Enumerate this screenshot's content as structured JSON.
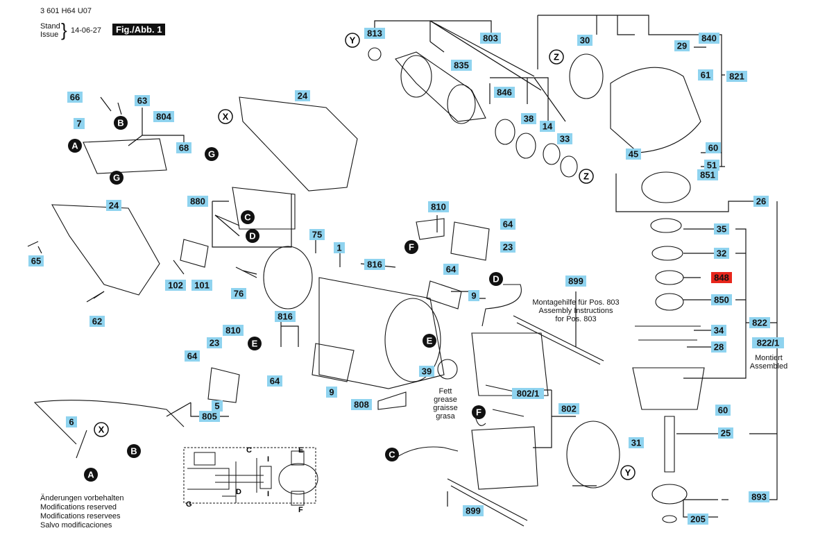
{
  "header": {
    "doc_number": "3 601 H64 U07",
    "stand_issue_label_1": "Stand",
    "stand_issue_label_2": "Issue",
    "date": "14-06-27",
    "figure_label": "Fig./Abb. 1"
  },
  "colors": {
    "label_bg": "#8fd3ef",
    "label_highlight": "#e8261c",
    "line": "#111111"
  },
  "part_labels": [
    {
      "id": "813",
      "text": "813"
    },
    {
      "id": "803",
      "text": "803"
    },
    {
      "id": "30",
      "text": "30"
    },
    {
      "id": "840",
      "text": "840"
    },
    {
      "id": "29",
      "text": "29"
    },
    {
      "id": "835",
      "text": "835"
    },
    {
      "id": "821",
      "text": "821"
    },
    {
      "id": "61",
      "text": "61"
    },
    {
      "id": "846",
      "text": "846"
    },
    {
      "id": "24a",
      "text": "24"
    },
    {
      "id": "38",
      "text": "38"
    },
    {
      "id": "14",
      "text": "14"
    },
    {
      "id": "66",
      "text": "66"
    },
    {
      "id": "63",
      "text": "63"
    },
    {
      "id": "804",
      "text": "804"
    },
    {
      "id": "7",
      "text": "7"
    },
    {
      "id": "33",
      "text": "33"
    },
    {
      "id": "60a",
      "text": "60"
    },
    {
      "id": "45",
      "text": "45"
    },
    {
      "id": "51",
      "text": "51"
    },
    {
      "id": "851",
      "text": "851"
    },
    {
      "id": "68",
      "text": "68"
    },
    {
      "id": "880",
      "text": "880"
    },
    {
      "id": "26",
      "text": "26"
    },
    {
      "id": "24b",
      "text": "24"
    },
    {
      "id": "810a",
      "text": "810"
    },
    {
      "id": "64a",
      "text": "64"
    },
    {
      "id": "35",
      "text": "35"
    },
    {
      "id": "75",
      "text": "75"
    },
    {
      "id": "1",
      "text": "1"
    },
    {
      "id": "23a",
      "text": "23"
    },
    {
      "id": "32",
      "text": "32"
    },
    {
      "id": "65",
      "text": "65"
    },
    {
      "id": "816a",
      "text": "816"
    },
    {
      "id": "64b",
      "text": "64"
    },
    {
      "id": "848",
      "text": "848"
    },
    {
      "id": "102",
      "text": "102"
    },
    {
      "id": "101",
      "text": "101"
    },
    {
      "id": "76",
      "text": "76"
    },
    {
      "id": "899a",
      "text": "899"
    },
    {
      "id": "9a",
      "text": "9"
    },
    {
      "id": "850",
      "text": "850"
    },
    {
      "id": "62",
      "text": "62"
    },
    {
      "id": "816b",
      "text": "816"
    },
    {
      "id": "810b",
      "text": "810"
    },
    {
      "id": "822",
      "text": "822"
    },
    {
      "id": "34",
      "text": "34"
    },
    {
      "id": "23b",
      "text": "23"
    },
    {
      "id": "28",
      "text": "28"
    },
    {
      "id": "822_1",
      "text": "822/1"
    },
    {
      "id": "64c",
      "text": "64"
    },
    {
      "id": "64d",
      "text": "64"
    },
    {
      "id": "39",
      "text": "39"
    },
    {
      "id": "802_1",
      "text": "802/1"
    },
    {
      "id": "9b",
      "text": "9"
    },
    {
      "id": "802",
      "text": "802"
    },
    {
      "id": "808",
      "text": "808"
    },
    {
      "id": "60b",
      "text": "60"
    },
    {
      "id": "5",
      "text": "5"
    },
    {
      "id": "805",
      "text": "805"
    },
    {
      "id": "6",
      "text": "6"
    },
    {
      "id": "25",
      "text": "25"
    },
    {
      "id": "31",
      "text": "31"
    },
    {
      "id": "899b",
      "text": "899"
    },
    {
      "id": "893",
      "text": "893"
    },
    {
      "id": "205",
      "text": "205"
    }
  ],
  "circle_markers": [
    {
      "id": "Y1",
      "text": "Y"
    },
    {
      "id": "Z1",
      "text": "Z"
    },
    {
      "id": "X1",
      "text": "X"
    },
    {
      "id": "Z2",
      "text": "Z"
    },
    {
      "id": "X2",
      "text": "X"
    },
    {
      "id": "Y2",
      "text": "Y"
    }
  ],
  "filled_markers": [
    {
      "id": "B1",
      "text": "B"
    },
    {
      "id": "A1",
      "text": "A"
    },
    {
      "id": "G1",
      "text": "G"
    },
    {
      "id": "G2",
      "text": "G"
    },
    {
      "id": "C1",
      "text": "C"
    },
    {
      "id": "D1",
      "text": "D"
    },
    {
      "id": "F1",
      "text": "F"
    },
    {
      "id": "D2",
      "text": "D"
    },
    {
      "id": "E1",
      "text": "E"
    },
    {
      "id": "E2",
      "text": "E"
    },
    {
      "id": "F2",
      "text": "F"
    },
    {
      "id": "C2",
      "text": "C"
    },
    {
      "id": "B2",
      "text": "B"
    },
    {
      "id": "A2",
      "text": "A"
    }
  ],
  "annotations": {
    "assembly_help": [
      "Montagehilfe für Pos. 803",
      "Assembly Instructions",
      "for Pos. 803"
    ],
    "grease": [
      "Fett",
      "grease",
      "graisse",
      "grasa"
    ],
    "montiert": [
      "Montiert",
      "Assembled"
    ]
  },
  "wiring_letters": [
    "C",
    "I",
    "E",
    "D",
    "I",
    "G",
    "F"
  ],
  "footer_notes": [
    "Änderungen vorbehalten",
    "Modifications reserved",
    "Modifications reservees",
    "Salvo modificaciones"
  ]
}
